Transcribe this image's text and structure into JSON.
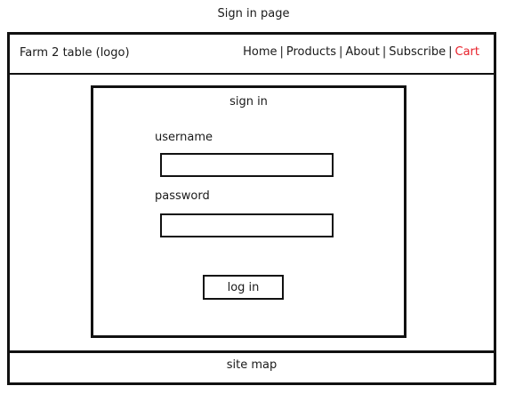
{
  "page": {
    "caption": "Sign in page"
  },
  "header": {
    "logo": "Farm 2 table (logo)",
    "nav": {
      "home": "Home",
      "products": "Products",
      "about": "About",
      "subscribe": "Subscribe",
      "cart": "Cart",
      "separator": "|"
    }
  },
  "login": {
    "title": "sign in",
    "username_label": "username",
    "username_value": "",
    "password_label": "password",
    "password_value": "",
    "button_label": "log in"
  },
  "footer": {
    "text": "site map"
  },
  "colors": {
    "cart_link": "#e8202a",
    "border": "#111111"
  }
}
